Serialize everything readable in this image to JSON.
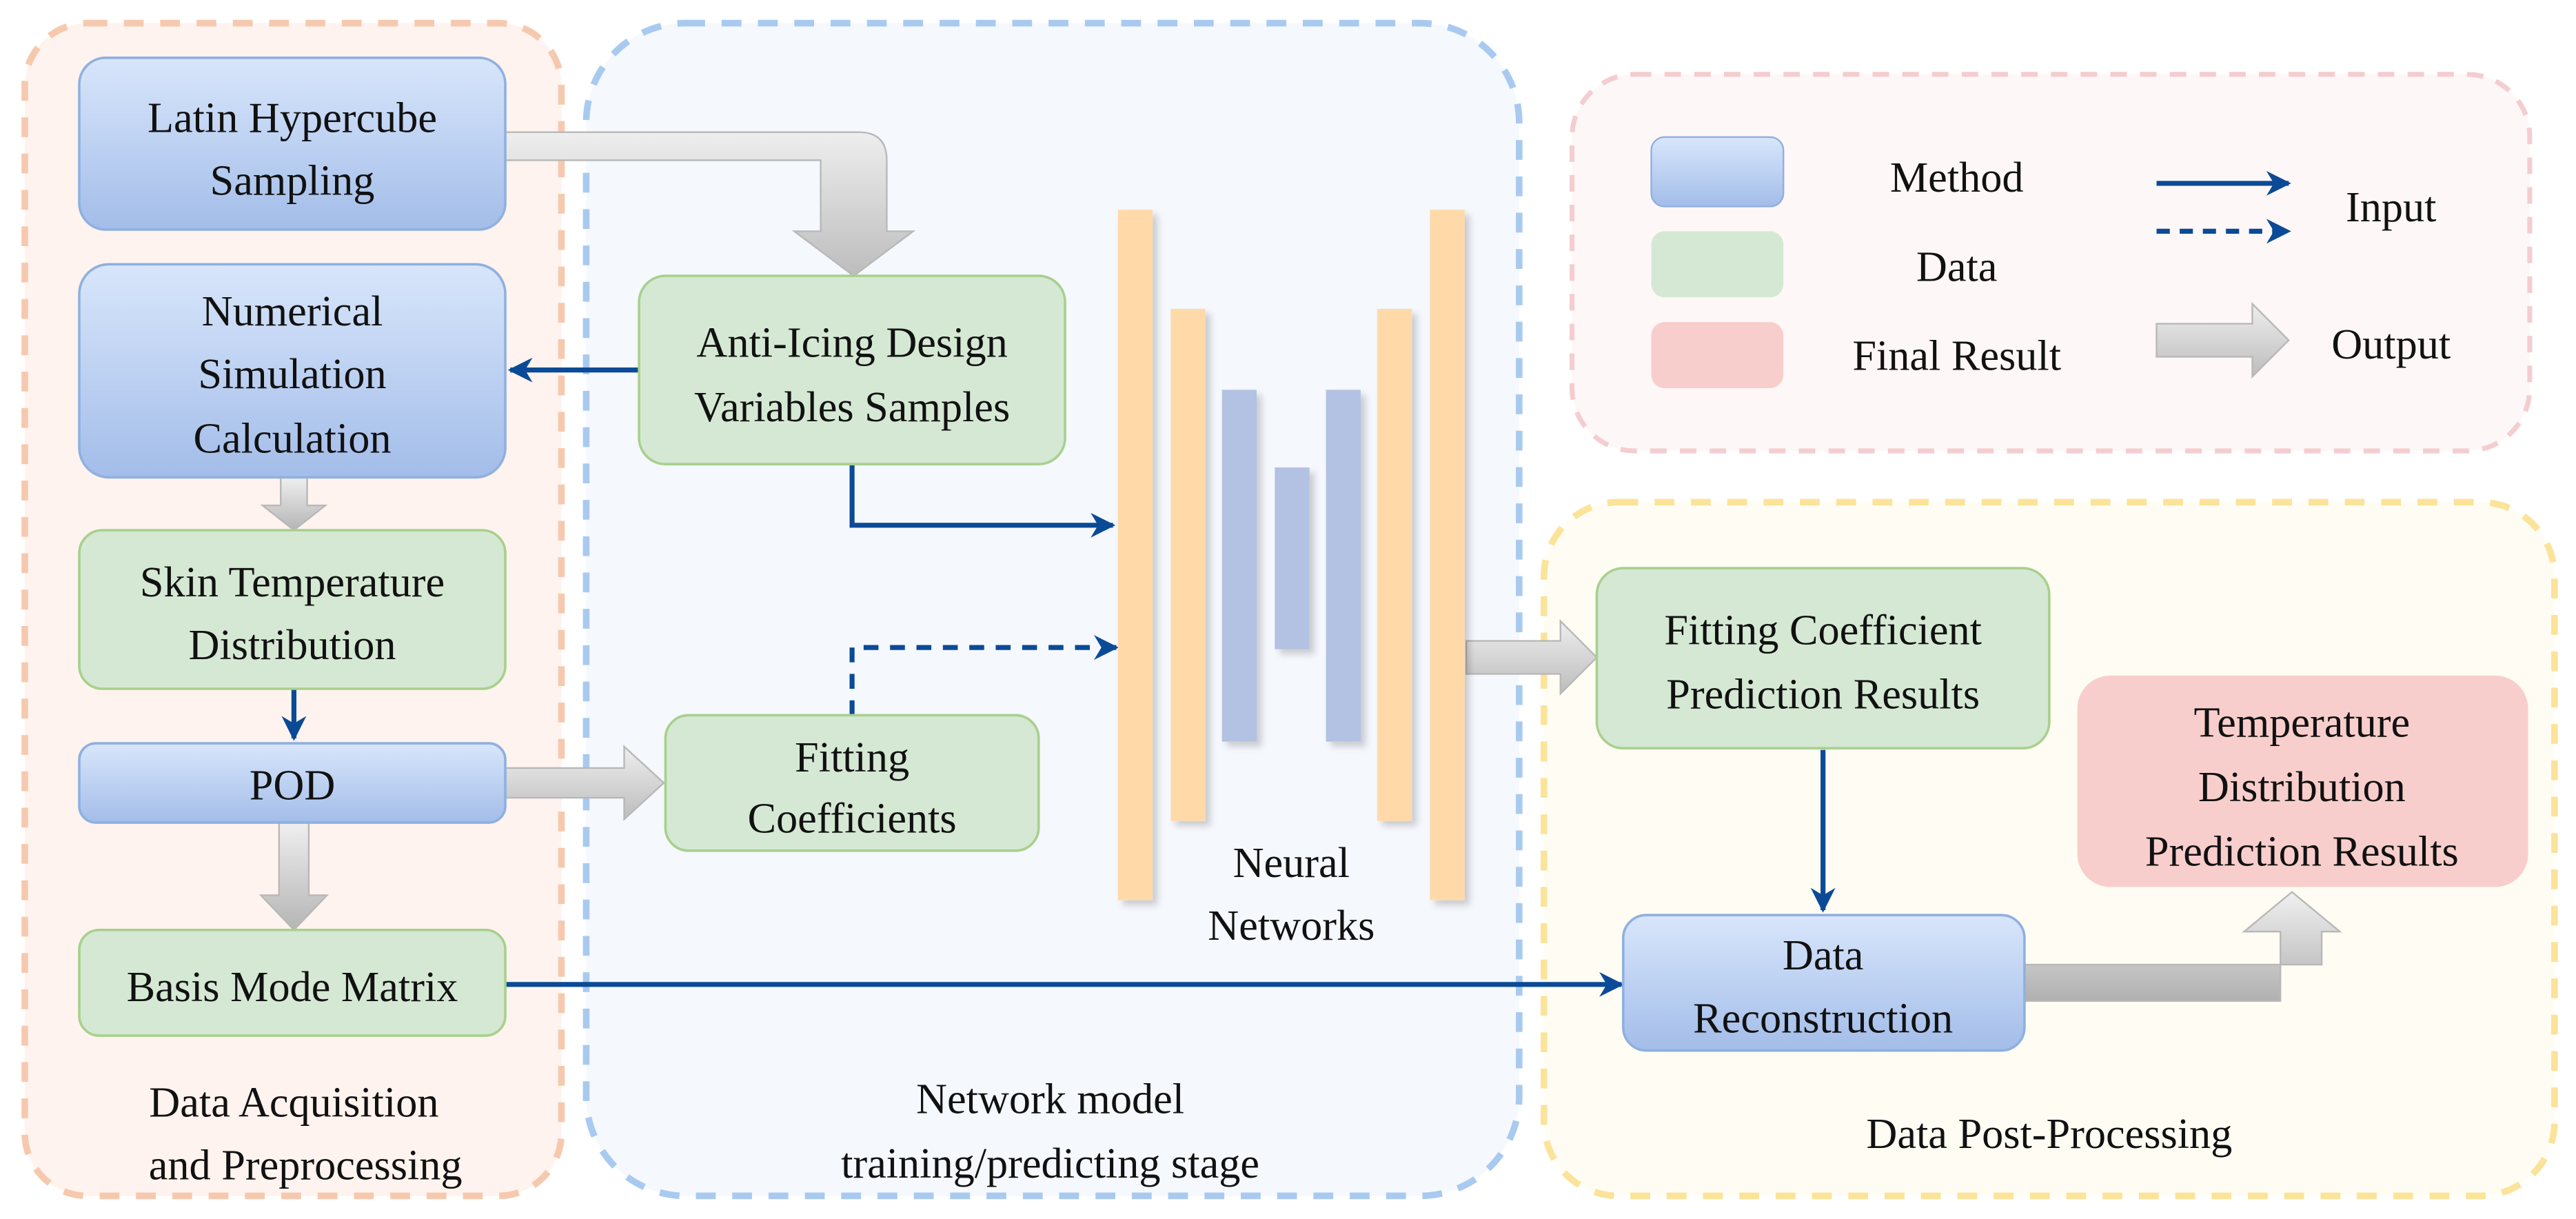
{
  "groups": {
    "acquisition": {
      "label_lines": [
        "Data Acquisition",
        "and Preprocessing"
      ]
    },
    "training": {
      "label_lines": [
        "Network model",
        "training/predicting stage"
      ]
    },
    "postprocessing": {
      "label_lines": [
        "Data Post-Processing"
      ]
    }
  },
  "nodes": {
    "lhs": {
      "type": "method",
      "lines": [
        "Latin Hypercube",
        "Sampling"
      ]
    },
    "numsim": {
      "type": "method",
      "lines": [
        "Numerical",
        "Simulation",
        "Calculation"
      ]
    },
    "skintemp": {
      "type": "data",
      "lines": [
        "Skin Temperature",
        "Distribution"
      ]
    },
    "pod": {
      "type": "method",
      "lines": [
        "POD"
      ]
    },
    "basis": {
      "type": "data",
      "lines": [
        "Basis Mode Matrix"
      ]
    },
    "antiicing": {
      "type": "data",
      "lines": [
        "Anti-Icing Design",
        "Variables Samples"
      ]
    },
    "fitcoef": {
      "type": "data",
      "lines": [
        "Fitting",
        "Coefficients"
      ]
    },
    "nn": {
      "type": "network",
      "lines": [
        "Neural",
        "Networks"
      ]
    },
    "fitpred": {
      "type": "data",
      "lines": [
        "Fitting Coefficient",
        "Prediction Results"
      ]
    },
    "recon": {
      "type": "method",
      "lines": [
        "Data",
        "Reconstruction"
      ]
    },
    "tempresult": {
      "type": "final",
      "lines": [
        "Temperature",
        "Distribution",
        "Prediction Results"
      ]
    }
  },
  "legend": {
    "method": "Method",
    "data": "Data",
    "final": "Final Result",
    "input": "Input",
    "output": "Output"
  },
  "colors": {
    "method_top": "#d6e4fa",
    "method_bottom": "#a4bfea",
    "method_stroke": "#8fb0e0",
    "data_fill": "#d5e8d4",
    "data_stroke": "#a8d08d",
    "final_fill": "#f8cecc",
    "arrow_blue": "#0b4a96",
    "nn_outer": "#ffd9a8",
    "nn_inner": "#b3c2e2",
    "grp_acq_fill": "#fef3ee",
    "grp_acq_stroke": "#f6c9ae",
    "grp_train_fill": "#f5f8fd",
    "grp_train_stroke": "#a9caf0",
    "grp_post_fill": "#fffdf3",
    "grp_post_stroke": "#fbe39a",
    "grp_legend_fill": "#fef7f7",
    "grp_legend_stroke": "#f4cdd0"
  },
  "connections": [
    {
      "from": "lhs",
      "to": "antiicing",
      "kind": "output"
    },
    {
      "from": "antiicing",
      "to": "numsim",
      "kind": "input"
    },
    {
      "from": "numsim",
      "to": "skintemp",
      "kind": "output"
    },
    {
      "from": "skintemp",
      "to": "pod",
      "kind": "input"
    },
    {
      "from": "pod",
      "to": "basis",
      "kind": "output"
    },
    {
      "from": "pod",
      "to": "fitcoef",
      "kind": "output"
    },
    {
      "from": "antiicing",
      "to": "nn",
      "kind": "input"
    },
    {
      "from": "fitcoef",
      "to": "nn",
      "kind": "input-dashed"
    },
    {
      "from": "nn",
      "to": "fitpred",
      "kind": "output"
    },
    {
      "from": "fitpred",
      "to": "recon",
      "kind": "input"
    },
    {
      "from": "basis",
      "to": "recon",
      "kind": "input"
    },
    {
      "from": "recon",
      "to": "tempresult",
      "kind": "output"
    }
  ]
}
